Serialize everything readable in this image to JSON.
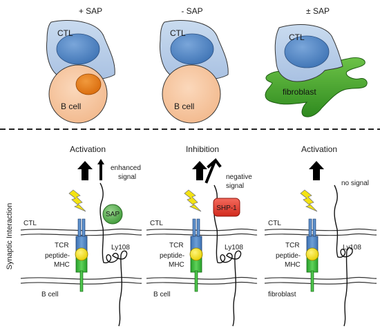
{
  "conditions": {
    "plus": "+ SAP",
    "minus": "- SAP",
    "plusminus": "± SAP"
  },
  "cells": {
    "ctl": "CTL",
    "bcell": "B cell",
    "fibroblast": "fibroblast"
  },
  "side_label": "Synaptic Interaction",
  "panels": {
    "plus": {
      "outcome": "Activation",
      "signal": [
        "enhanced",
        "signal"
      ],
      "adaptor": "SAP",
      "ctl": "CTL",
      "tcr": "TCR",
      "pmhc": [
        "peptide-",
        "MHC"
      ],
      "ly108": "Ly108",
      "target": "B cell"
    },
    "minus": {
      "outcome": "Inhibition",
      "signal": [
        "negative",
        "signal"
      ],
      "adaptor": "SHP-1",
      "ctl": "CTL",
      "tcr": "TCR",
      "pmhc": [
        "peptide-",
        "MHC"
      ],
      "ly108": "Ly108",
      "target": "B cell"
    },
    "plusminus": {
      "outcome": "Activation",
      "signal": [
        "no signal"
      ],
      "ctl": "CTL",
      "tcr": "TCR",
      "pmhc": [
        "peptide-",
        "MHC"
      ],
      "ly108": "Ly108",
      "target": "fibroblast"
    }
  },
  "colors": {
    "ctl_body": "#b8cde8",
    "ctl_nucleus": "#4f87c6",
    "bcell_body": "#f6c9a3",
    "bcell_nucleus": "#e27818",
    "fibroblast": "#3c9a2a",
    "tcr": "#4e86c4",
    "pmhc_ball": "#f2e20f",
    "pmhc_stem": "#34b233",
    "sap": "#5eb25a",
    "shp1": "#e53a2c",
    "lightning": "#f4e312"
  }
}
